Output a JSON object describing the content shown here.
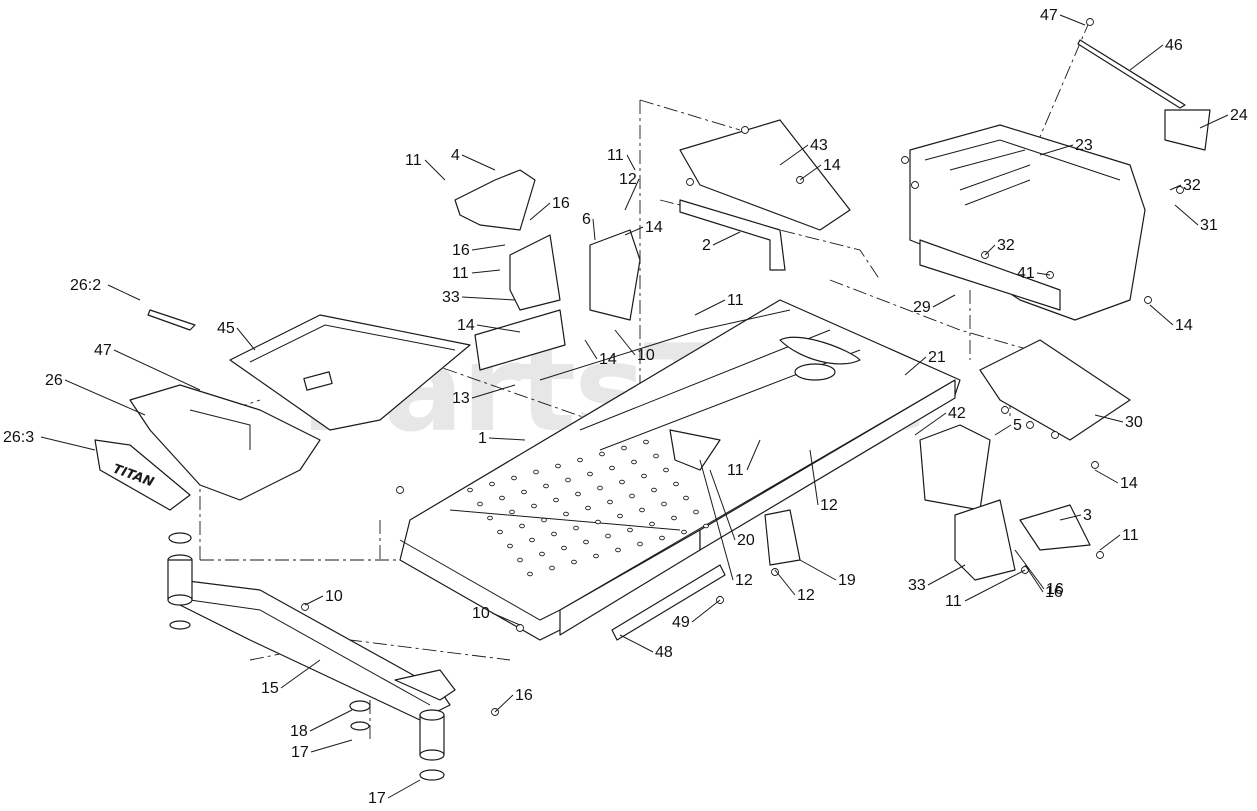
{
  "watermark": "PartsTree",
  "decal_text": "TITAN",
  "callouts": [
    {
      "id": "c47a",
      "label": "47"
    },
    {
      "id": "c46",
      "label": "46"
    },
    {
      "id": "c24",
      "label": "24"
    },
    {
      "id": "c23",
      "label": "23"
    },
    {
      "id": "c32a",
      "label": "32"
    },
    {
      "id": "c31",
      "label": "31"
    },
    {
      "id": "c11a",
      "label": "11"
    },
    {
      "id": "c4",
      "label": "4"
    },
    {
      "id": "c16a",
      "label": "16"
    },
    {
      "id": "c16b",
      "label": "16"
    },
    {
      "id": "c11b",
      "label": "11"
    },
    {
      "id": "c33a",
      "label": "33"
    },
    {
      "id": "c11c",
      "label": "11"
    },
    {
      "id": "c12a",
      "label": "12"
    },
    {
      "id": "c6",
      "label": "6"
    },
    {
      "id": "c14a",
      "label": "14"
    },
    {
      "id": "c43",
      "label": "43"
    },
    {
      "id": "c14b",
      "label": "14"
    },
    {
      "id": "c2",
      "label": "2"
    },
    {
      "id": "c32b",
      "label": "32"
    },
    {
      "id": "c41",
      "label": "41"
    },
    {
      "id": "c29",
      "label": "29"
    },
    {
      "id": "c14c",
      "label": "14"
    },
    {
      "id": "c11d",
      "label": "11"
    },
    {
      "id": "c14d",
      "label": "14"
    },
    {
      "id": "c14e",
      "label": "14"
    },
    {
      "id": "c10a",
      "label": "10"
    },
    {
      "id": "c26_2",
      "label": "26:2"
    },
    {
      "id": "c45",
      "label": "45"
    },
    {
      "id": "c47b",
      "label": "47"
    },
    {
      "id": "c26",
      "label": "26"
    },
    {
      "id": "c26_3",
      "label": "26:3"
    },
    {
      "id": "c13",
      "label": "13"
    },
    {
      "id": "c1",
      "label": "1"
    },
    {
      "id": "c21",
      "label": "21"
    },
    {
      "id": "c42",
      "label": "42"
    },
    {
      "id": "c30",
      "label": "30"
    },
    {
      "id": "c5",
      "label": "5"
    },
    {
      "id": "c14f",
      "label": "14"
    },
    {
      "id": "c11e",
      "label": "11"
    },
    {
      "id": "c12b",
      "label": "12"
    },
    {
      "id": "c20",
      "label": "20"
    },
    {
      "id": "c3",
      "label": "3"
    },
    {
      "id": "c11f",
      "label": "11"
    },
    {
      "id": "c16c",
      "label": "16"
    },
    {
      "id": "c12c",
      "label": "12"
    },
    {
      "id": "c19",
      "label": "19"
    },
    {
      "id": "c12d",
      "label": "12"
    },
    {
      "id": "c33b",
      "label": "33"
    },
    {
      "id": "c16d",
      "label": "16"
    },
    {
      "id": "c11g",
      "label": "11"
    },
    {
      "id": "c10b",
      "label": "10"
    },
    {
      "id": "c10c",
      "label": "10"
    },
    {
      "id": "c49",
      "label": "49"
    },
    {
      "id": "c48",
      "label": "48"
    },
    {
      "id": "c15",
      "label": "15"
    },
    {
      "id": "c16e",
      "label": "16"
    },
    {
      "id": "c18",
      "label": "18"
    },
    {
      "id": "c17a",
      "label": "17"
    },
    {
      "id": "c17b",
      "label": "17"
    }
  ]
}
